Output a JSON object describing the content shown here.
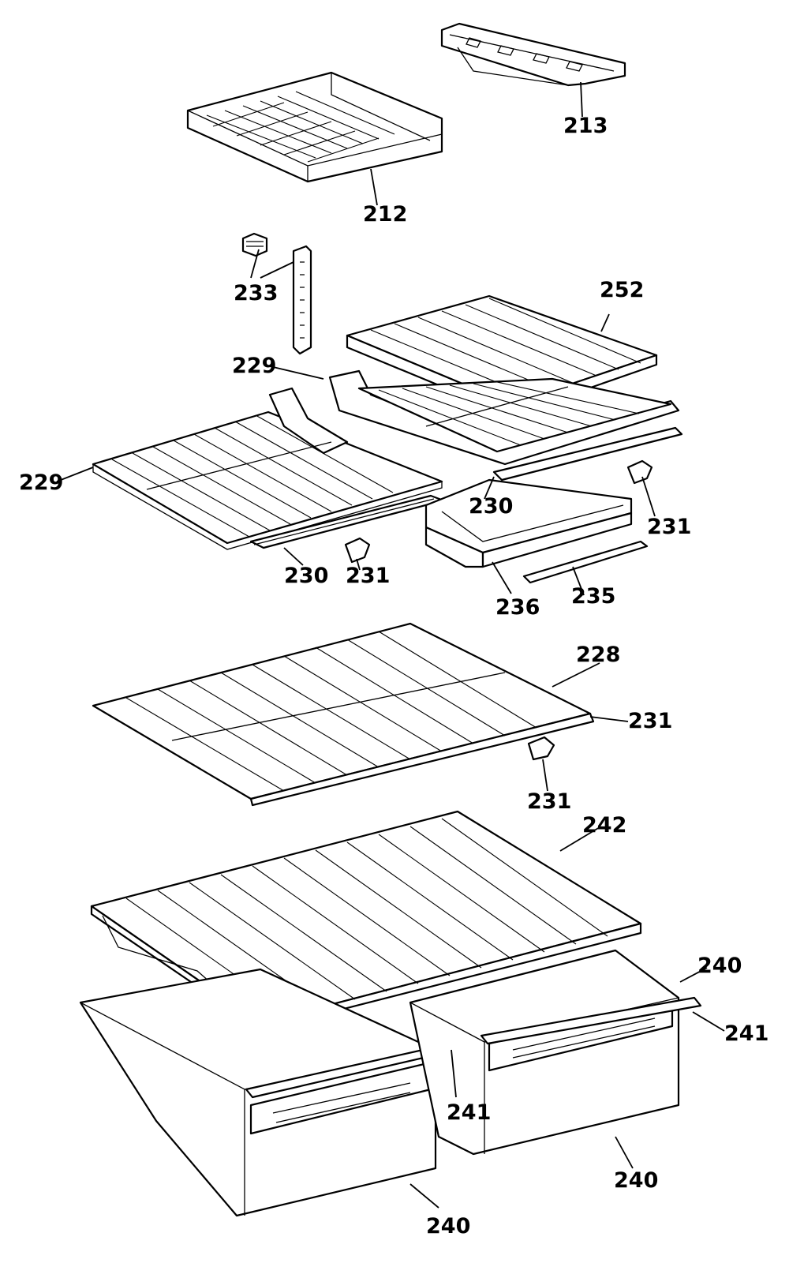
{
  "labels": [
    {
      "id": "lbl-213",
      "text": "213"
    },
    {
      "id": "lbl-212",
      "text": "212"
    },
    {
      "id": "lbl-233",
      "text": "233"
    },
    {
      "id": "lbl-252",
      "text": "252"
    },
    {
      "id": "lbl-229-top",
      "text": "229"
    },
    {
      "id": "lbl-229-left",
      "text": "229"
    },
    {
      "id": "lbl-230-right",
      "text": "230"
    },
    {
      "id": "lbl-231-right",
      "text": "231"
    },
    {
      "id": "lbl-230-left",
      "text": "230"
    },
    {
      "id": "lbl-231-left",
      "text": "231"
    },
    {
      "id": "lbl-236",
      "text": "236"
    },
    {
      "id": "lbl-235",
      "text": "235"
    },
    {
      "id": "lbl-228",
      "text": "228"
    },
    {
      "id": "lbl-231-edge",
      "text": "231"
    },
    {
      "id": "lbl-231-clip",
      "text": "231"
    },
    {
      "id": "lbl-242",
      "text": "242"
    },
    {
      "id": "lbl-240-top",
      "text": "240"
    },
    {
      "id": "lbl-241-right",
      "text": "241"
    },
    {
      "id": "lbl-241-left",
      "text": "241"
    },
    {
      "id": "lbl-240-right",
      "text": "240"
    },
    {
      "id": "lbl-240-left",
      "text": "240"
    }
  ]
}
